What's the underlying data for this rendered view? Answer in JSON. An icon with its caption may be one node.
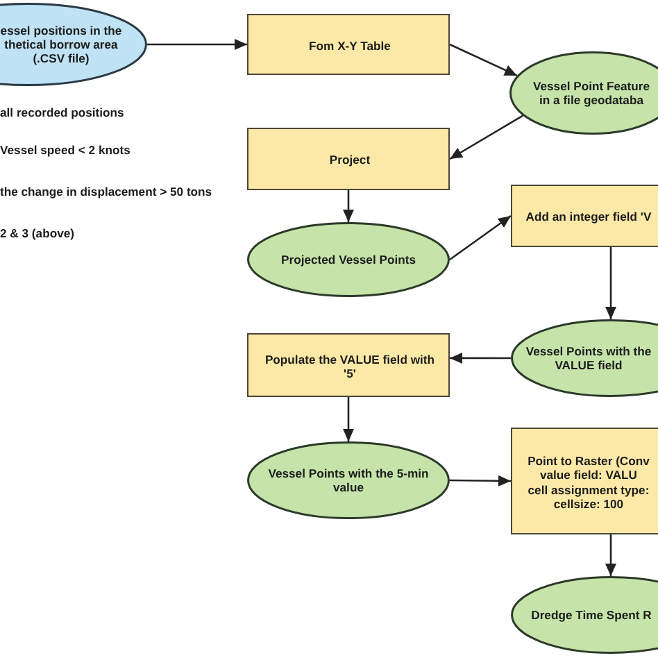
{
  "diagram": {
    "nodes": [
      {
        "text": [
          "essel positions in the thetical borrow area (.CSV file)"
        ]
      },
      {
        "text": [
          "Fom X-Y Table"
        ]
      },
      {
        "text": [
          "Vessel Point Feature in a file geodataba"
        ]
      },
      {
        "text": [
          "Project"
        ]
      },
      {
        "text": [
          "Projected Vessel Points"
        ]
      },
      {
        "text": [
          "Add an integer field 'V"
        ]
      },
      {
        "text": [
          "Vessel Points with the VALUE field"
        ]
      },
      {
        "text": [
          "Populate the VALUE field with '5'"
        ]
      },
      {
        "text": [
          "Vessel Points with the 5-min value"
        ]
      },
      {
        "text": [
          "Point to Raster (Conv value field: VALU cell assignment type: cellsize: 100"
        ]
      },
      {
        "text": [
          "Dredge Time Spent R"
        ]
      }
    ],
    "edges": [
      {
        "from": 0,
        "to": 1,
        "arrow": "to"
      },
      {
        "from": 1,
        "to": 2,
        "arrow": "to"
      },
      {
        "from": 2,
        "to": 3,
        "arrow": "to"
      },
      {
        "from": 3,
        "to": 4,
        "arrow": "to"
      },
      {
        "from": 4,
        "to": 5,
        "arrow": "to"
      },
      {
        "from": 5,
        "to": 6,
        "arrow": "to"
      },
      {
        "from": 6,
        "to": 7,
        "arrow": "to"
      },
      {
        "from": 7,
        "to": 8,
        "arrow": "to"
      },
      {
        "from": 8,
        "to": 9,
        "arrow": "to"
      },
      {
        "from": 9,
        "to": 10,
        "arrow": "to"
      }
    ],
    "labels": [
      "all recorded positions",
      "Vessel speed < 2 knots",
      "the change in displacement > 50 tons",
      "2 & 3 (above)"
    ]
  }
}
